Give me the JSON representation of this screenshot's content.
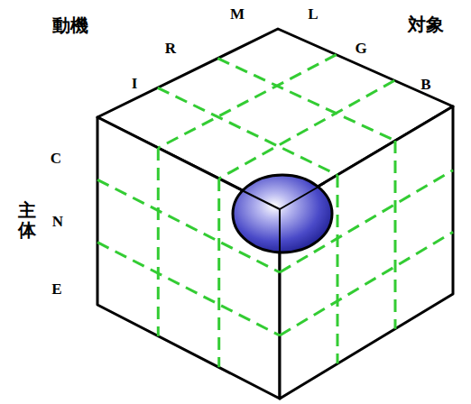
{
  "diagram": {
    "labels": [
      "動機",
      "M",
      "L",
      "対象",
      "R",
      "G",
      "I",
      "B",
      "C",
      "N",
      "E",
      "主体"
    ]
  }
}
